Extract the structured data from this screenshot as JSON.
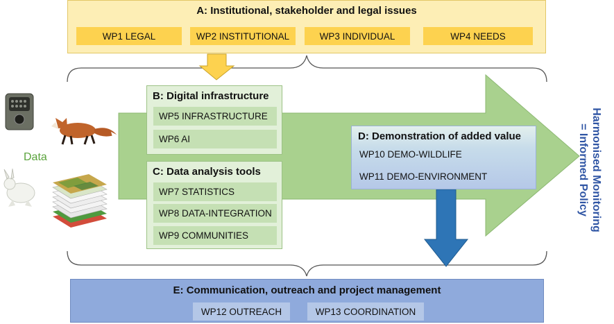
{
  "section_a": {
    "title": "A: Institutional, stakeholder and legal issues",
    "wps": [
      "WP1 LEGAL",
      "WP2 INSTITUTIONAL",
      "WP3 INDIVIDUAL",
      "WP4 NEEDS"
    ]
  },
  "section_b": {
    "title": "B: Digital infrastructure",
    "wps": [
      "WP5 INFRASTRUCTURE",
      "WP6 AI"
    ]
  },
  "section_c": {
    "title": "C: Data analysis tools",
    "wps": [
      "WP7 STATISTICS",
      "WP8 DATA-INTEGRATION",
      "WP9 COMMUNITIES"
    ]
  },
  "section_d": {
    "title": "D: Demonstration of added value",
    "wps": [
      "WP10 DEMO-WILDLIFE",
      "WP11 DEMO-ENVIRONMENT"
    ]
  },
  "section_e": {
    "title": "E: Communication, outreach and project management",
    "wps": [
      "WP12 OUTREACH",
      "WP13 COORDINATION"
    ]
  },
  "data_label": "Data",
  "outcome": {
    "line1": "Harmonised Monitoring",
    "line2": "= Informed Policy"
  },
  "colors": {
    "big_arrow": "#a9d18e",
    "yellow_arrow": "#fdd24f",
    "blue_arrow": "#2e75b6",
    "outcome_text": "#2f55a4"
  },
  "icons": [
    "camera-trap-icon",
    "fox-icon",
    "hare-icon",
    "map-layers-icon"
  ]
}
